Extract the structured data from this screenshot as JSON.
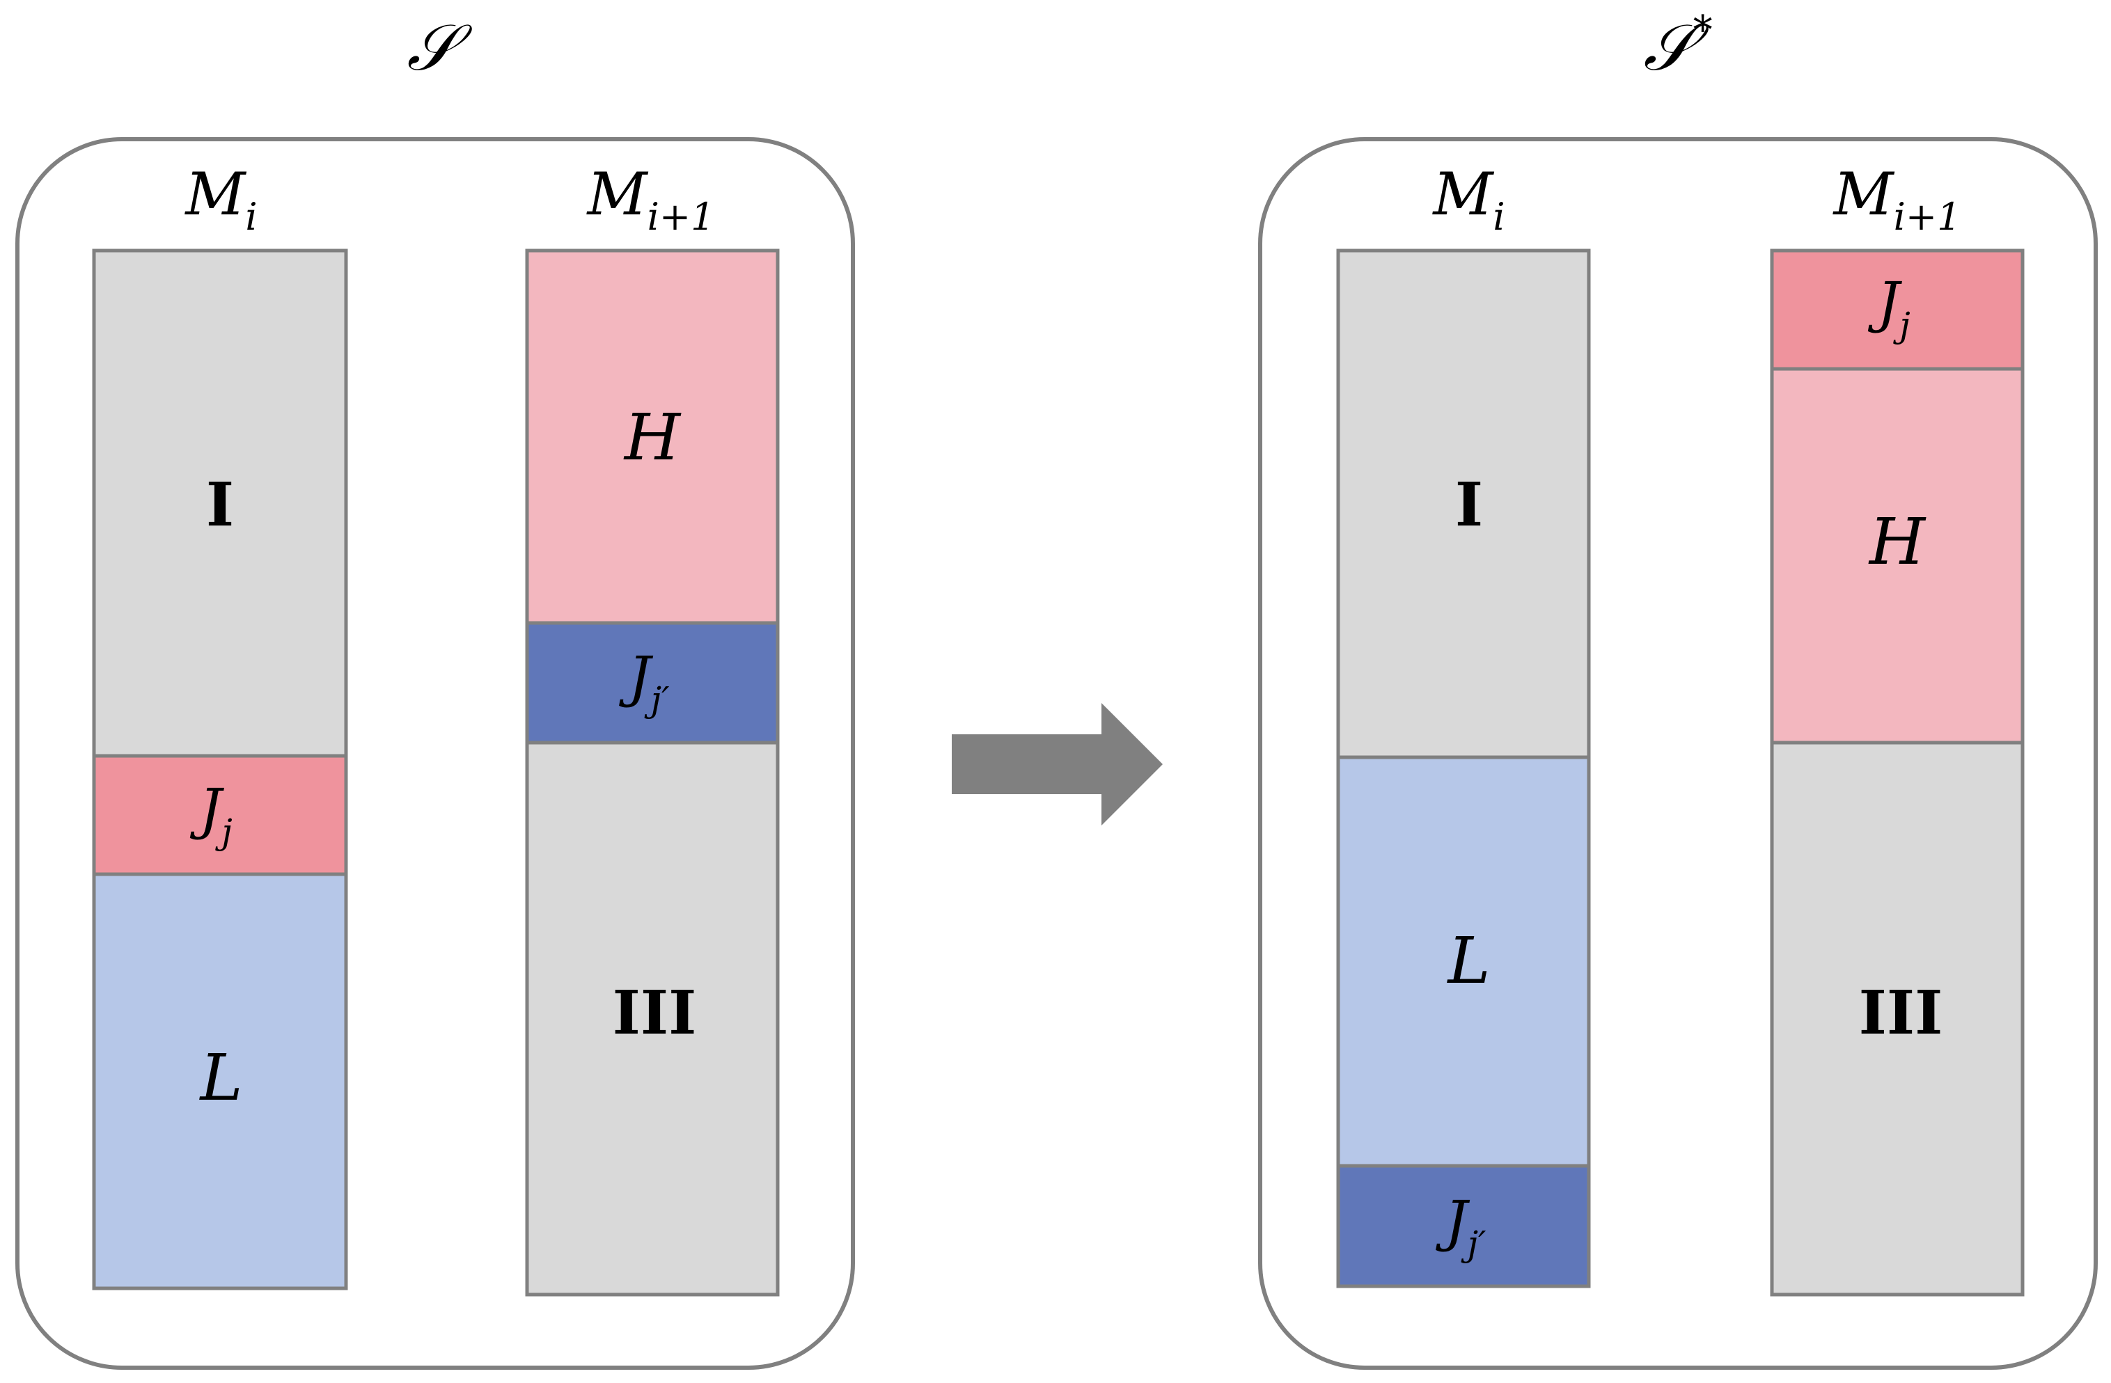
{
  "diagram": {
    "panels": [
      {
        "title": "𝒮",
        "title_sup": "",
        "machines": [
          {
            "label": "M",
            "sub": "i",
            "blocks": [
              {
                "label": "I",
                "sub": "",
                "fill": "#d9d9d9",
                "roman": true
              },
              {
                "label": "J",
                "sub": "j",
                "fill": "#ef939d",
                "roman": false
              },
              {
                "label": "L",
                "sub": "",
                "fill": "#b6c7e8",
                "roman": false
              }
            ]
          },
          {
            "label": "M",
            "sub": "i+1",
            "blocks": [
              {
                "label": "H",
                "sub": "",
                "fill": "#f3b7bf",
                "roman": false
              },
              {
                "label": "J",
                "sub": "j′",
                "fill": "#6077b9",
                "roman": false
              },
              {
                "label": "III",
                "sub": "",
                "fill": "#d9d9d9",
                "roman": true
              }
            ]
          }
        ]
      },
      {
        "title": "𝒮",
        "title_sup": "*",
        "machines": [
          {
            "label": "M",
            "sub": "i",
            "blocks": [
              {
                "label": "I",
                "sub": "",
                "fill": "#d9d9d9",
                "roman": true
              },
              {
                "label": "L",
                "sub": "",
                "fill": "#b6c7e8",
                "roman": false
              },
              {
                "label": "J",
                "sub": "j′",
                "fill": "#6077b9",
                "roman": false
              }
            ]
          },
          {
            "label": "M",
            "sub": "i+1",
            "blocks": [
              {
                "label": "J",
                "sub": "j",
                "fill": "#ef939d",
                "roman": false
              },
              {
                "label": "H",
                "sub": "",
                "fill": "#f3b7bf",
                "roman": false
              },
              {
                "label": "III",
                "sub": "",
                "fill": "#d9d9d9",
                "roman": true
              }
            ]
          }
        ]
      }
    ],
    "arrow_color": "#808080",
    "border_color": "#808080"
  }
}
